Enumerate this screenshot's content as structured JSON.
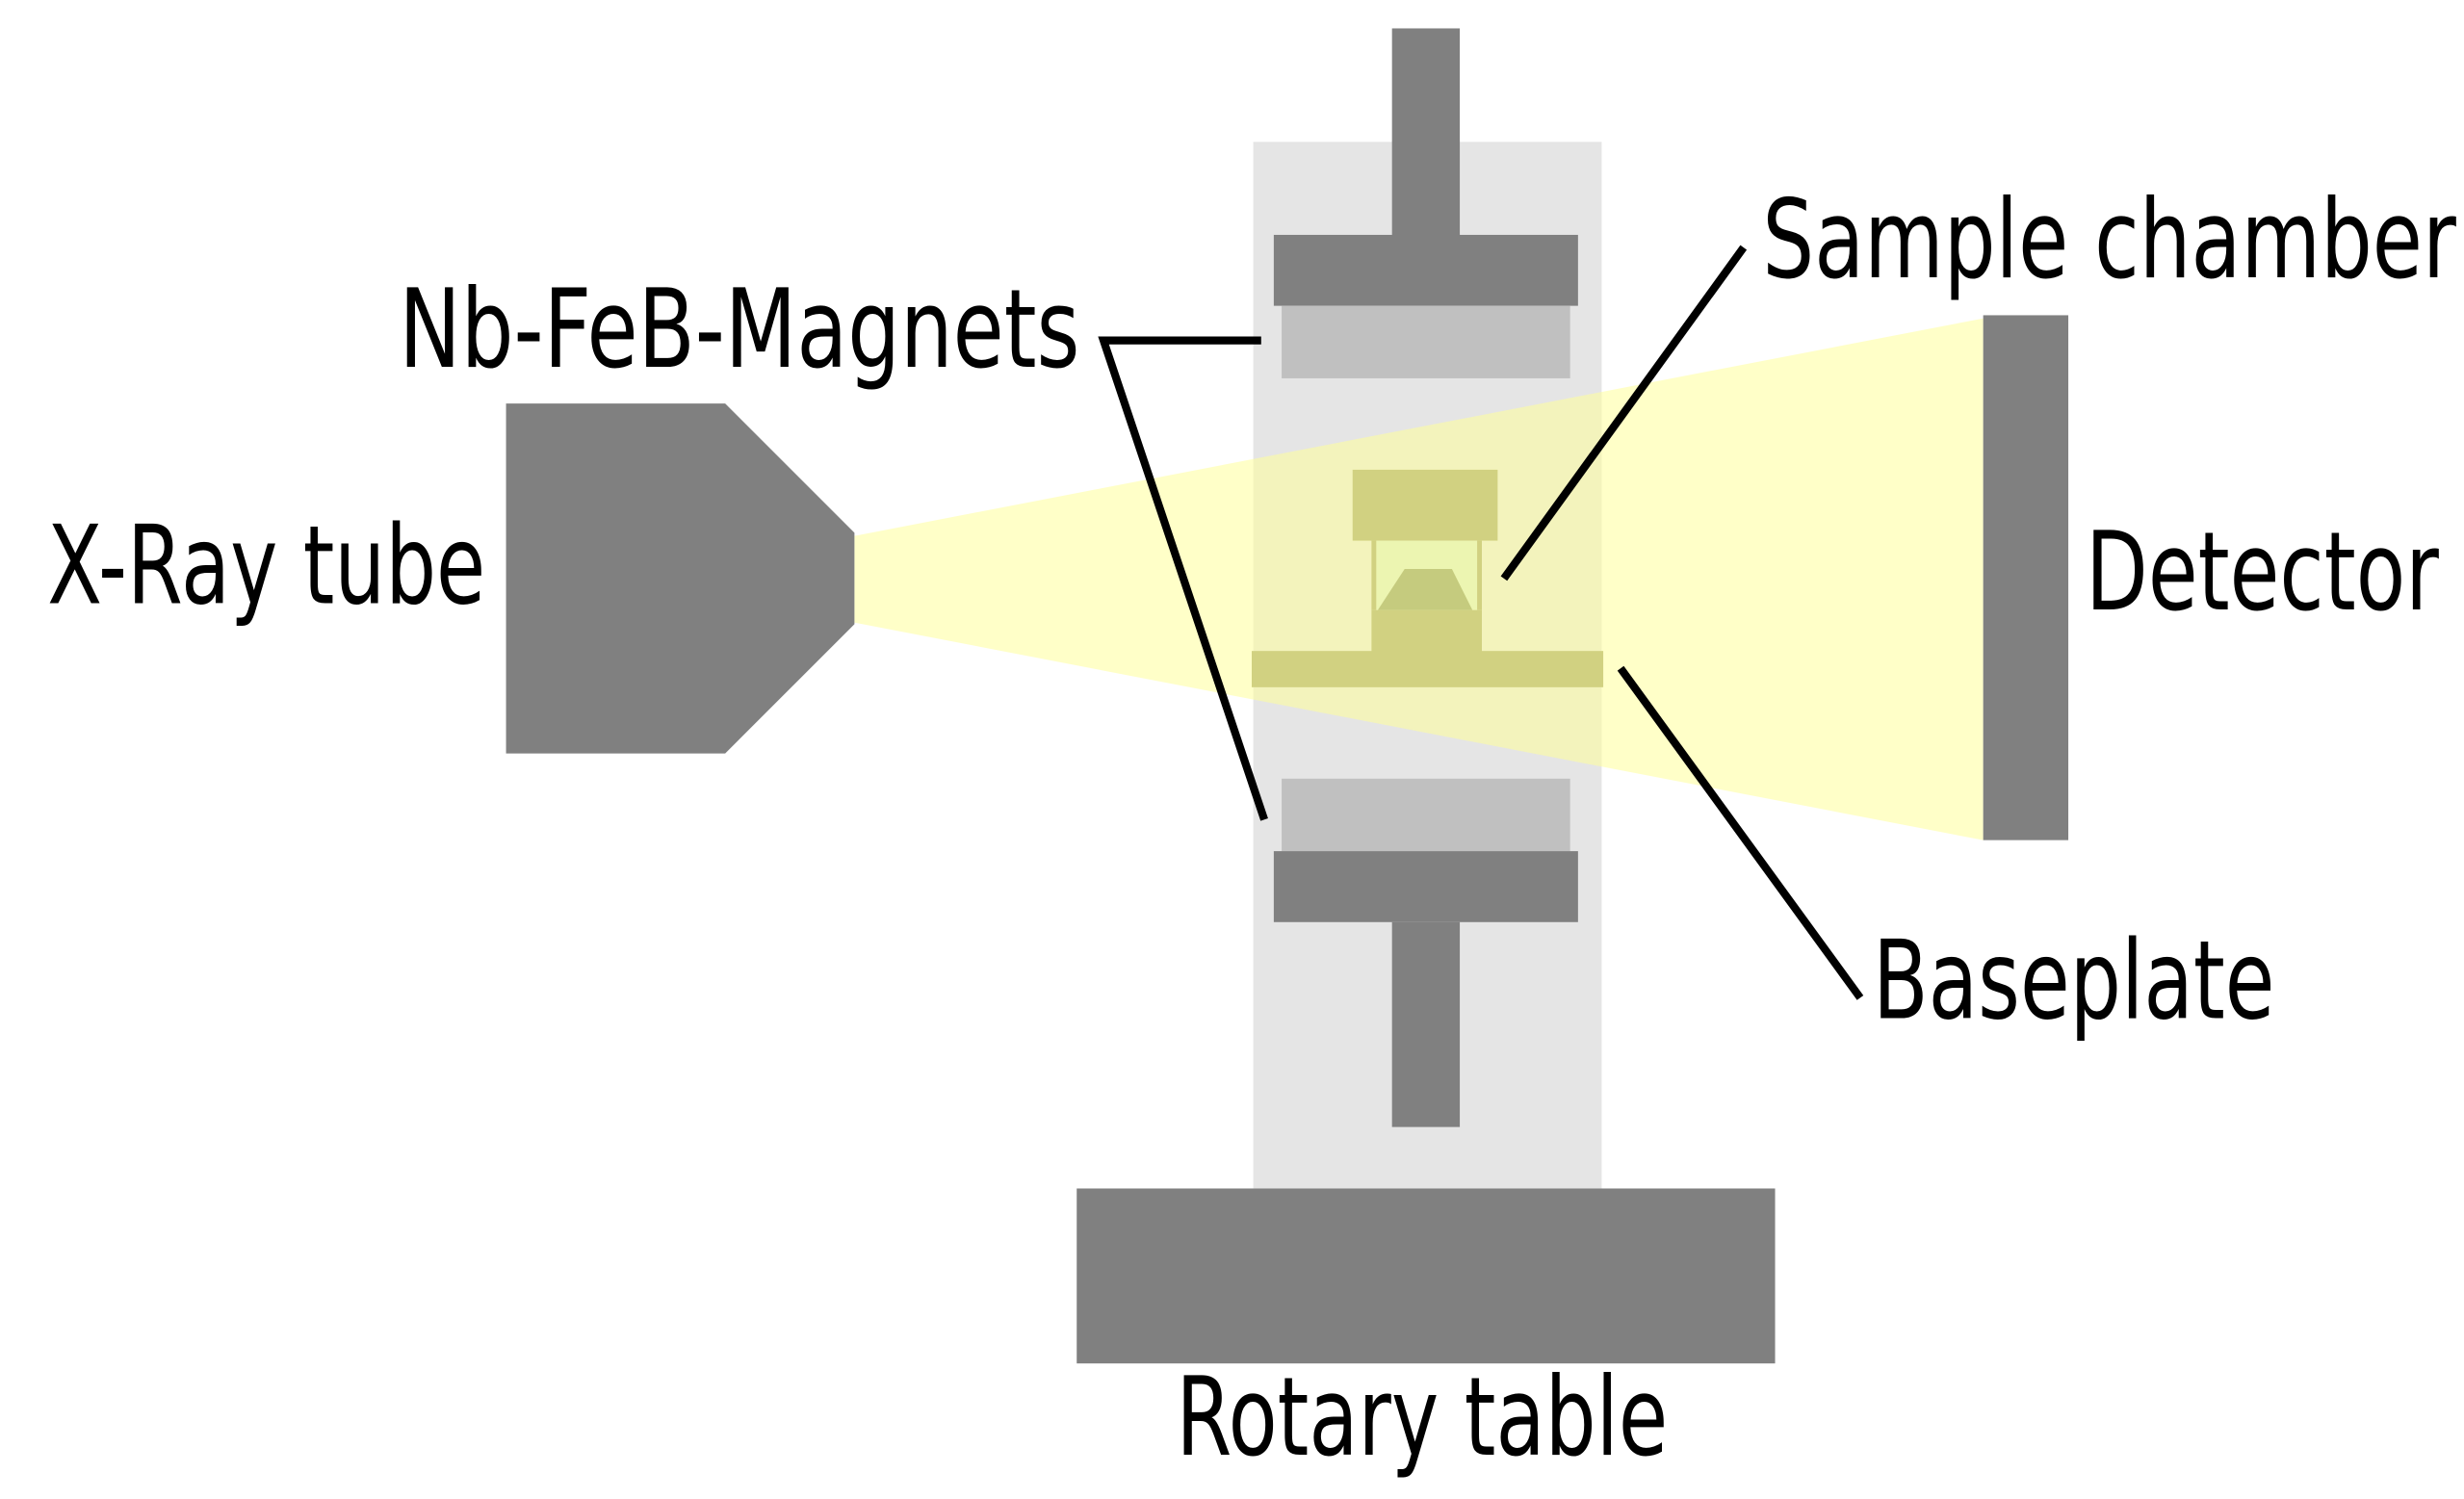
{
  "labels": {
    "magnets": "Nb-FeB-Magnets",
    "xray_tube": "X-Ray tube",
    "sample_chamber": "Sample chamber",
    "detector": "Detector",
    "baseplate": "Baseplate",
    "rotary_table": "Rotary table"
  },
  "colors": {
    "component_gray": "#808080",
    "magnet_gray": "#c0c0c0",
    "housing_gray": "#e5e5e5",
    "beam_yellow": "#ffffc2",
    "baseplate_olive": "#9a9a62",
    "chamber_window": "#d6e8cc",
    "sample_green": "#7e8c5c"
  }
}
